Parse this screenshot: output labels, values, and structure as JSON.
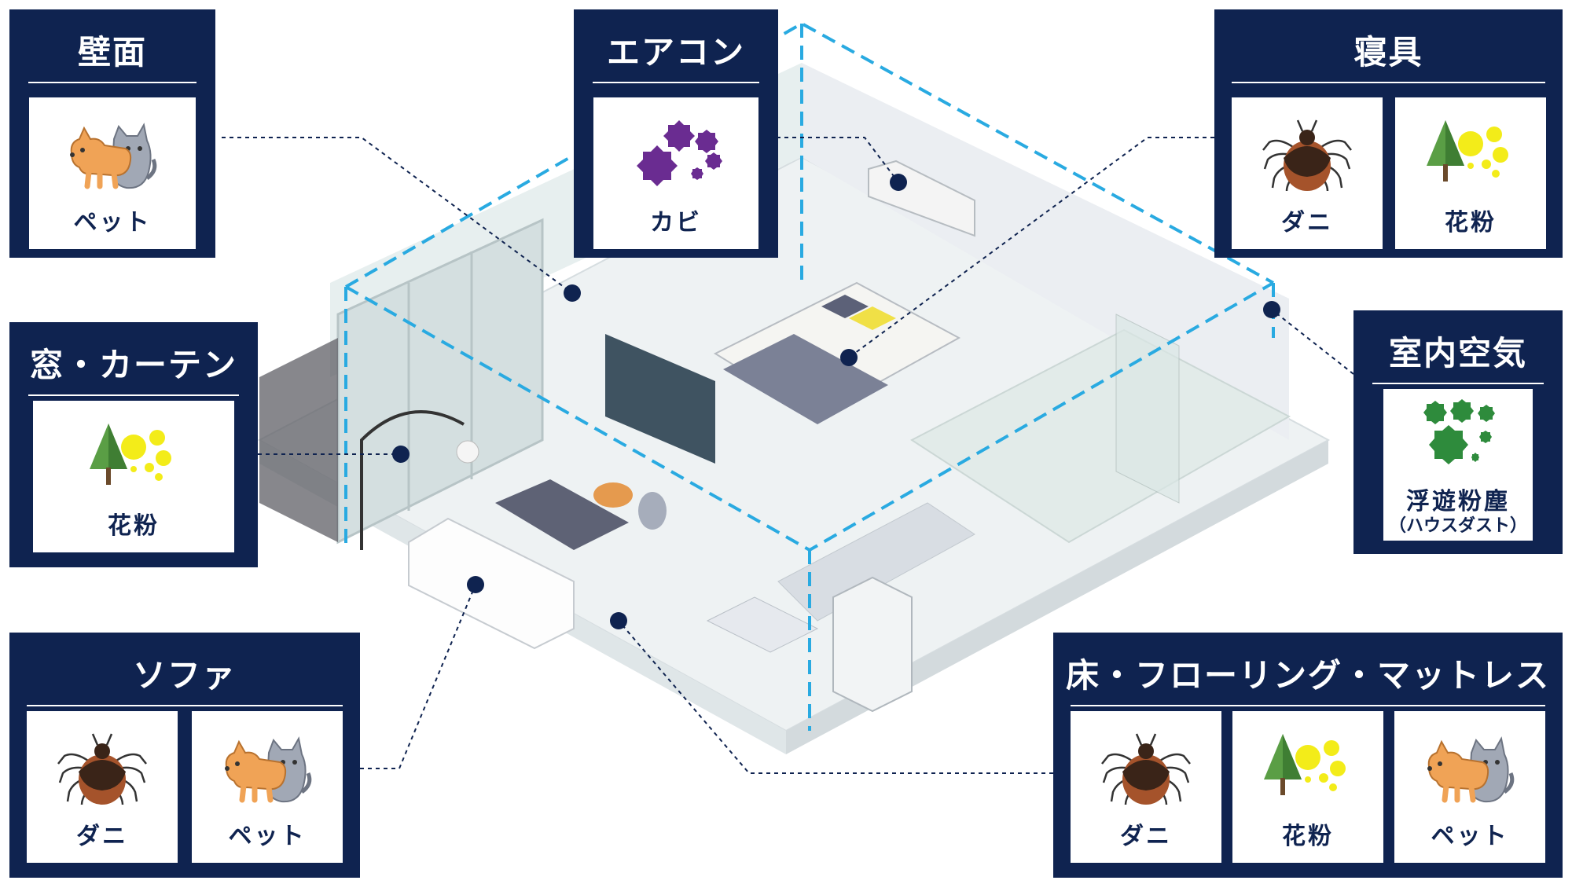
{
  "panels": {
    "wall": {
      "title": "壁面",
      "items": [
        {
          "label": "ペット",
          "icon": "pet-icon"
        }
      ]
    },
    "aircon": {
      "title": "エアコン",
      "items": [
        {
          "label": "カビ",
          "icon": "mold-icon"
        }
      ]
    },
    "bedding": {
      "title": "寝具",
      "items": [
        {
          "label": "ダニ",
          "icon": "mite-icon"
        },
        {
          "label": "花粉",
          "icon": "pollen-icon"
        }
      ]
    },
    "window": {
      "title": "窓・カーテン",
      "items": [
        {
          "label": "花粉",
          "icon": "pollen-icon"
        }
      ]
    },
    "indoor_air": {
      "title": "室内空気",
      "items": [
        {
          "label": "浮遊粉塵",
          "sublabel": "（ハウスダスト）",
          "icon": "dust-icon"
        }
      ]
    },
    "sofa": {
      "title": "ソファ",
      "items": [
        {
          "label": "ダニ",
          "icon": "mite-icon"
        },
        {
          "label": "ペット",
          "icon": "pet-icon"
        }
      ]
    },
    "floor": {
      "title": "床・フローリング・マットレス",
      "items": [
        {
          "label": "ダニ",
          "icon": "mite-icon"
        },
        {
          "label": "花粉",
          "icon": "pollen-icon"
        },
        {
          "label": "ペット",
          "icon": "pet-icon"
        }
      ]
    }
  },
  "colors": {
    "panel_bg": "#0f2350",
    "guide_line": "#29aae1",
    "leader_line": "#0f2350",
    "mold": "#6a2c91",
    "pollen": "#f3ec19",
    "tree": "#5a9e45",
    "mite_body": "#a5532b",
    "dust": "#2e8b3c"
  }
}
